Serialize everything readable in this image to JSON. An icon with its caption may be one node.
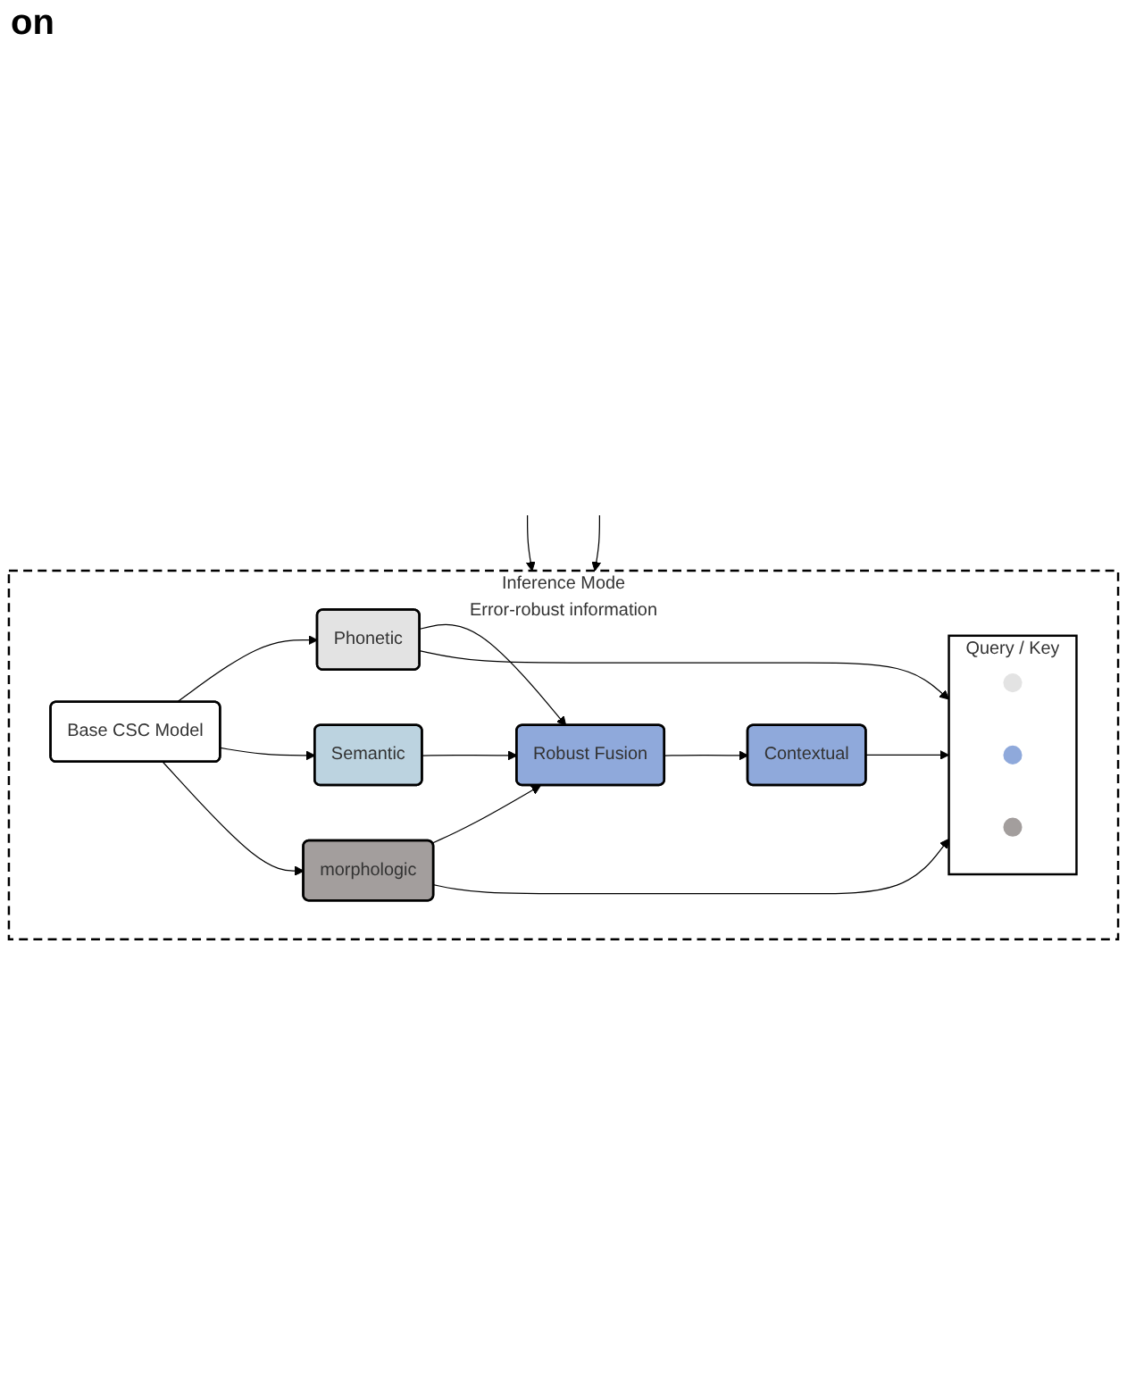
{
  "diagram": {
    "nodes": [
      {
        "text": [
          "Inference Mode",
          "Error-robust information"
        ]
      },
      {
        "text": [
          "Base CSC Model"
        ],
        "in": 0
      },
      {
        "text": [
          "Phonetic"
        ],
        "in": 0
      },
      {
        "text": [
          "Semantic"
        ],
        "in": 0
      },
      {
        "text": [
          "morphologic"
        ],
        "in": 0
      },
      {
        "text": [
          "Robust Fusion"
        ],
        "in": 0
      },
      {
        "text": [
          "Contextual"
        ],
        "in": 0
      },
      {
        "text": [
          "Query / Key"
        ],
        "in": 0
      },
      {
        "text": [],
        "shape": "circle",
        "in": 7
      },
      {
        "text": [],
        "shape": "circle",
        "in": 7
      },
      {
        "text": [],
        "shape": "circle",
        "in": 7
      }
    ],
    "edges": [
      {
        "from": 1,
        "to": 2,
        "arrow": "to"
      },
      {
        "from": 1,
        "to": 3,
        "arrow": "to"
      },
      {
        "from": 1,
        "to": 4,
        "arrow": "to"
      },
      {
        "from": 2,
        "to": 5,
        "arrow": "to"
      },
      {
        "from": 3,
        "to": 5,
        "arrow": "to"
      },
      {
        "from": 4,
        "to": 5,
        "arrow": "to"
      },
      {
        "from": 5,
        "to": 6,
        "arrow": "to"
      },
      {
        "from": 6,
        "to": 7,
        "arrow": "to"
      },
      {
        "from": 2,
        "to": 7,
        "arrow": "to"
      },
      {
        "from": 4,
        "to": 7,
        "arrow": "to"
      },
      {
        "from": null,
        "to": 0,
        "arrow": "to"
      },
      {
        "from": null,
        "to": 0,
        "arrow": "to"
      }
    ],
    "labels": [
      "on"
    ]
  }
}
